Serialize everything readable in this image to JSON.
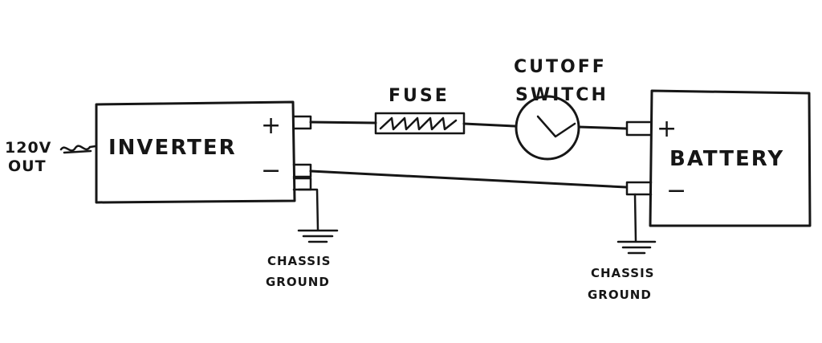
{
  "components": {
    "inverter": {
      "label": "INVERTER",
      "plus": "+",
      "minus": "−"
    },
    "battery": {
      "label": "BATTERY",
      "plus": "+",
      "minus": "−"
    },
    "fuse": {
      "label": "FUSE"
    },
    "switch": {
      "label_line1": "CUTOFF",
      "label_line2": "SWITCH"
    },
    "output": {
      "label_line1": "120V",
      "label_line2": "OUT"
    },
    "ground_left": {
      "label_line1": "CHASSIS",
      "label_line2": "GROUND"
    },
    "ground_right": {
      "label_line1": "CHASSIS",
      "label_line2": "GROUND"
    }
  }
}
